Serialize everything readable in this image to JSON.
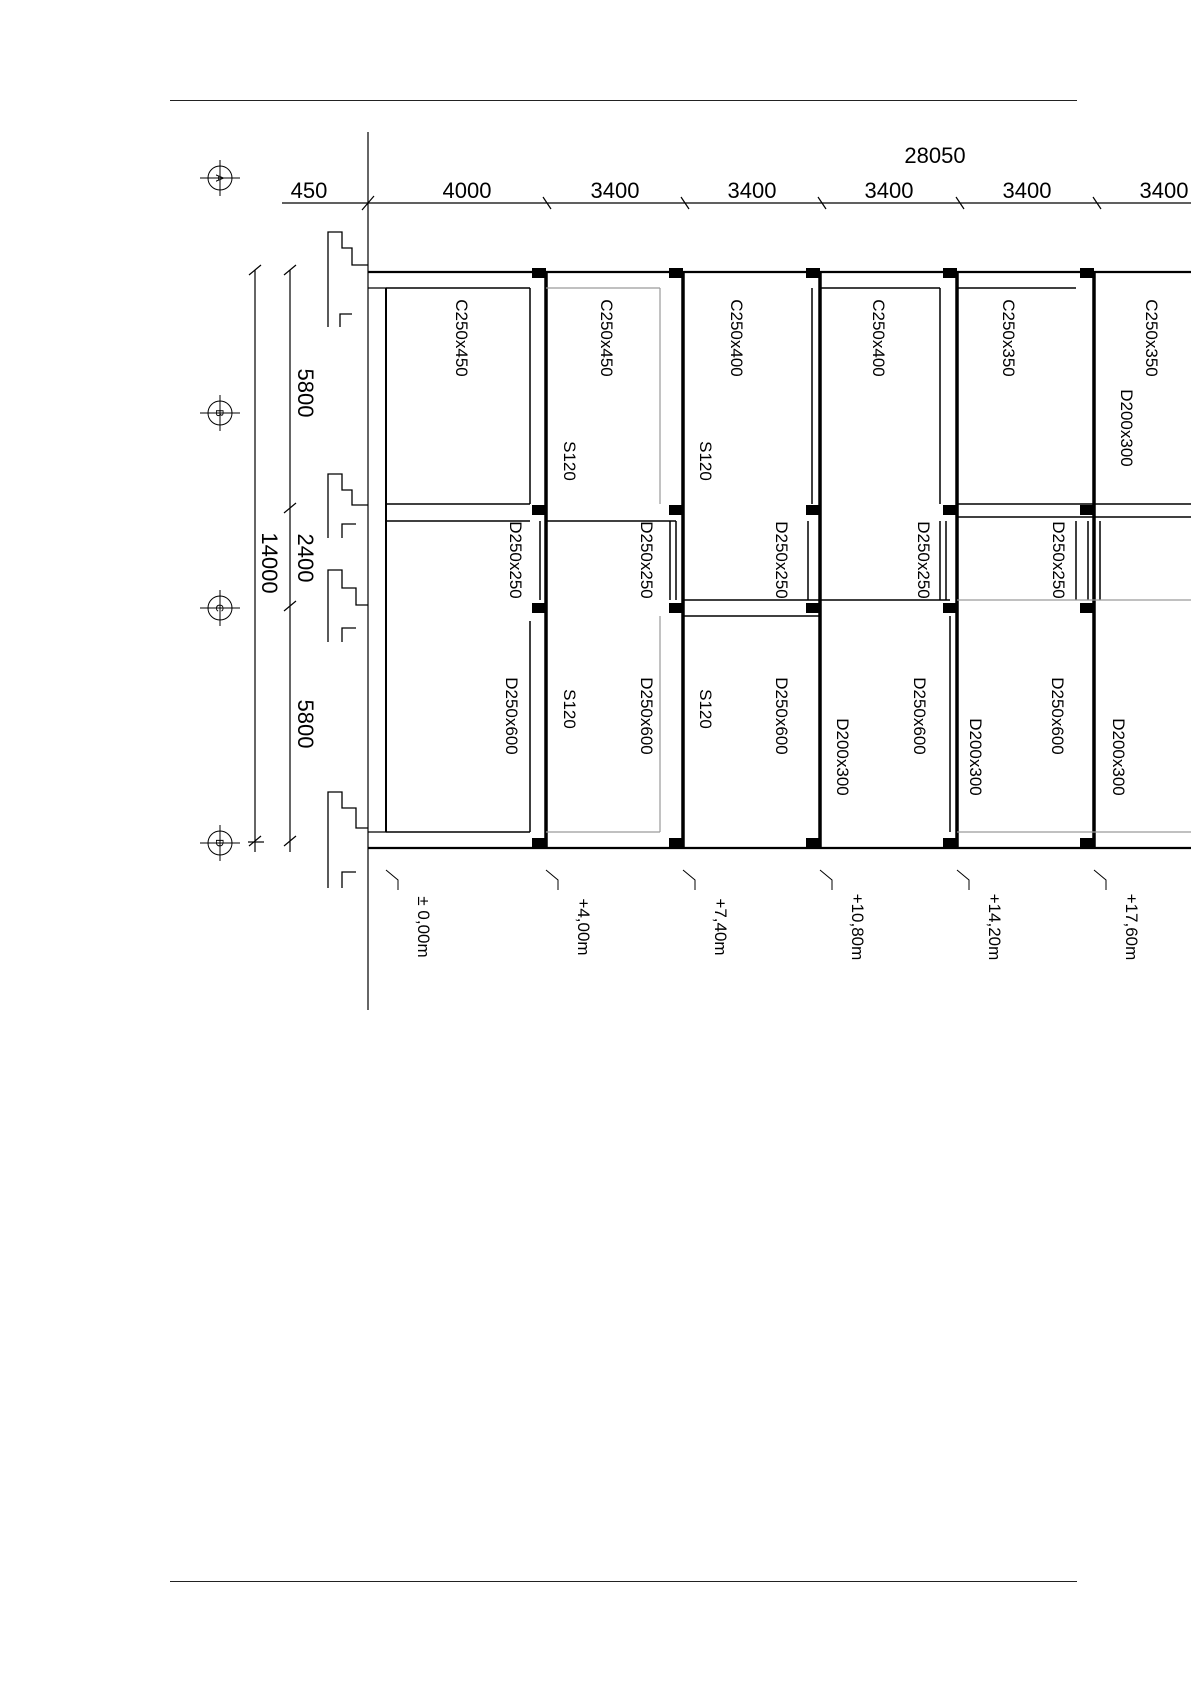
{
  "drawing": {
    "total_length": "28050",
    "bays": [
      "450",
      "4000",
      "3400",
      "3400",
      "3400",
      "3400",
      "3400"
    ],
    "total_height": "14000",
    "heights": [
      "5800",
      "2400",
      "5800"
    ],
    "axes": [
      "A",
      "B",
      "C",
      "D"
    ],
    "columns": [
      "C250x450",
      "C250x450",
      "C250x400",
      "C250x400",
      "C250x350",
      "C250x350"
    ],
    "beams_mid": [
      "D250x250",
      "D250x250",
      "D250x250",
      "D250x250",
      "D250x250"
    ],
    "beams_low": [
      "D250x600",
      "D250x600",
      "D250x600",
      "D250x600",
      "D250x600"
    ],
    "beams_small": [
      "D200x300",
      "D200x300",
      "D200x300",
      "D200x300"
    ],
    "slabs": [
      "S120",
      "S120",
      "S120",
      "S120"
    ],
    "levels": [
      "± 0,00m",
      "+4,00m",
      "+7,40m",
      "+10,80m",
      "+14,20m",
      "+17,60m"
    ]
  },
  "colors": {
    "line": "#000000",
    "light": "#9a9a9a",
    "rule": "#222222"
  }
}
